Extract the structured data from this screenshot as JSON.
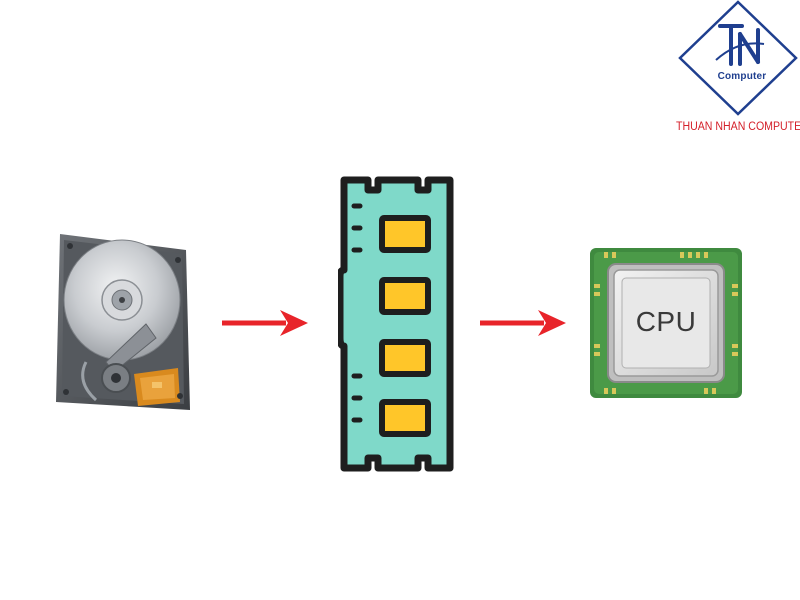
{
  "logo": {
    "monogram": "TN",
    "word": "Computer",
    "caption": "THUAN NHAN COMPUTER"
  },
  "diagram": {
    "nodes": [
      {
        "id": "hdd",
        "icon": "hard-drive-icon"
      },
      {
        "id": "ram",
        "icon": "ram-module-icon"
      },
      {
        "id": "cpu",
        "icon": "cpu-chip-icon",
        "label": "CPU"
      }
    ],
    "edges": [
      {
        "from": "hdd",
        "to": "ram"
      },
      {
        "from": "ram",
        "to": "cpu"
      }
    ]
  },
  "colors": {
    "arrow": "#e8242a",
    "ram_body": "#7fd9c9",
    "ram_chip": "#ffc629",
    "ram_outline": "#1e1e1e",
    "cpu_board": "#3f8a3f",
    "cpu_lid": "#d9d9d9",
    "logo_blue": "#1f3f8f",
    "logo_red": "#d4202a"
  }
}
